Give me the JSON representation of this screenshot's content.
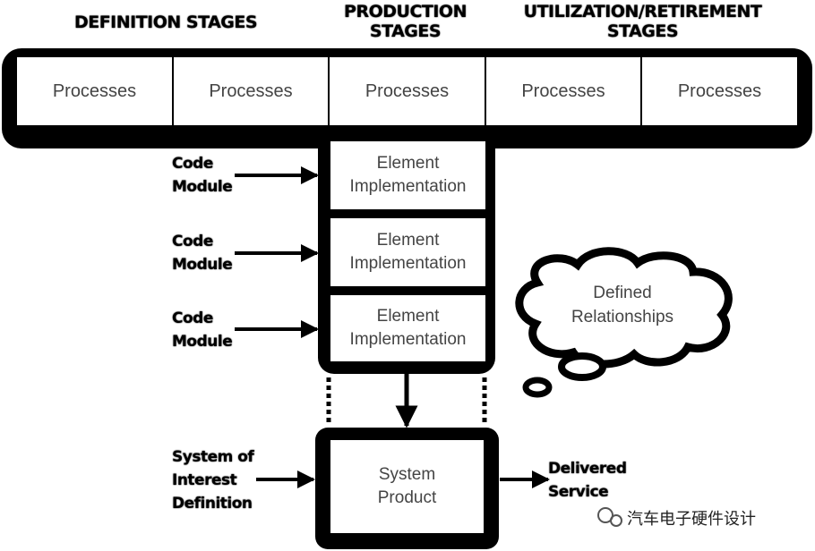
{
  "headers": {
    "definition": "DEFINITION STAGES",
    "production_line1": "PRODUCTION",
    "production_line2": "STAGES",
    "utilization_line1": "UTILIZATION/RETIREMENT",
    "utilization_line2": "STAGES"
  },
  "process_cells": [
    "Processes",
    "Processes",
    "Processes",
    "Processes",
    "Processes"
  ],
  "elements": [
    {
      "line1": "Element",
      "line2": "Implementation"
    },
    {
      "line1": "Element",
      "line2": "Implementation"
    },
    {
      "line1": "Element",
      "line2": "Implementation"
    }
  ],
  "code_modules": [
    {
      "line1": "Code",
      "line2": "Module"
    },
    {
      "line1": "Code",
      "line2": "Module"
    },
    {
      "line1": "Code",
      "line2": "Module"
    }
  ],
  "system_product": {
    "line1": "System",
    "line2": "Product"
  },
  "system_input": {
    "line1": "System of",
    "line2": "Interest",
    "line3": "Definition"
  },
  "delivered": {
    "line1": "Delivered",
    "line2": "Service"
  },
  "cloud": {
    "line1": "Defined",
    "line2": "Relationships"
  },
  "watermark": "汽车电子硬件设计"
}
